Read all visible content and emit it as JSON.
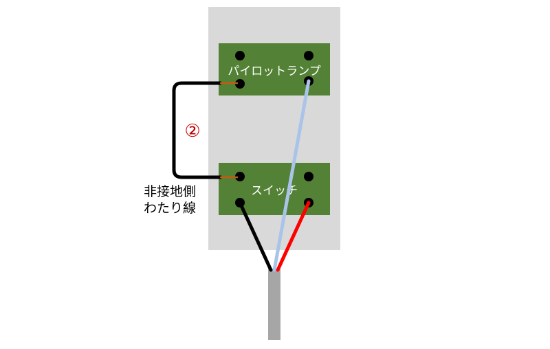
{
  "labels": {
    "pilot_lamp": "パイロットランプ",
    "switch": "スイッチ",
    "step_marker": "②",
    "jumper_line1": "非接地側",
    "jumper_line2": "わたり線"
  },
  "colors": {
    "background": "#ffffff",
    "backplate": "#d9d9d9",
    "module": "#538135",
    "terminal": "#000000",
    "jumper_wire": "#000000",
    "jumper_core": "#c55a11",
    "wire_black": "#000000",
    "wire_white": "#a9c4e8",
    "wire_red": "#ff0000",
    "cable_sheath": "#a6a6a6",
    "marker_text": "#c00000",
    "label_text": "#ffffff",
    "annotation_text": "#000000"
  }
}
